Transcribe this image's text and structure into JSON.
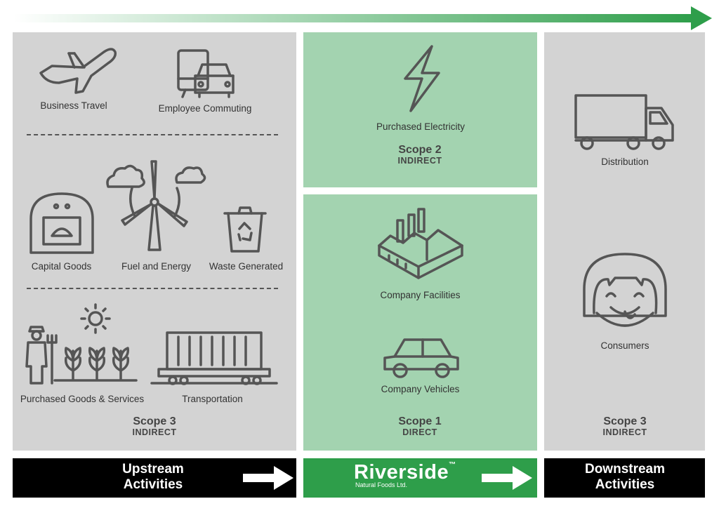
{
  "accent_green": "#2e9e4a",
  "panel_green": "#a3d3b0",
  "panel_gray": "#d3d3d3",
  "upstream": {
    "items": [
      {
        "label": "Business Travel",
        "icon": "airplane-icon"
      },
      {
        "label": "Employee Commuting",
        "icon": "commute-icon"
      },
      {
        "label": "Capital Goods",
        "icon": "oven-icon"
      },
      {
        "label": "Fuel and Energy",
        "icon": "wind-turbine-icon"
      },
      {
        "label": "Waste Generated",
        "icon": "recycle-bin-icon"
      },
      {
        "label": "Purchased Goods & Services",
        "icon": "farmer-icon"
      },
      {
        "label": "Transportation",
        "icon": "freight-container-icon"
      }
    ],
    "scope_title": "Scope 3",
    "scope_type": "INDIRECT"
  },
  "scope2": {
    "items": [
      {
        "label": "Purchased Electricity",
        "icon": "lightning-icon"
      }
    ],
    "scope_title": "Scope 2",
    "scope_type": "INDIRECT"
  },
  "scope1": {
    "items": [
      {
        "label": "Company Facilities",
        "icon": "factory-icon"
      },
      {
        "label": "Company Vehicles",
        "icon": "car-icon"
      }
    ],
    "scope_title": "Scope 1",
    "scope_type": "DIRECT"
  },
  "downstream": {
    "items": [
      {
        "label": "Distribution",
        "icon": "truck-icon"
      },
      {
        "label": "Consumers",
        "icon": "consumer-face-icon"
      }
    ],
    "scope_title": "Scope 3",
    "scope_type": "INDIRECT"
  },
  "footer": {
    "upstream_line1": "Upstream",
    "upstream_line2": "Activities",
    "brand_name": "Riverside",
    "brand_tm": "™",
    "brand_sub": "Natural Foods Ltd.",
    "downstream_line1": "Downstream",
    "downstream_line2": "Activities"
  }
}
